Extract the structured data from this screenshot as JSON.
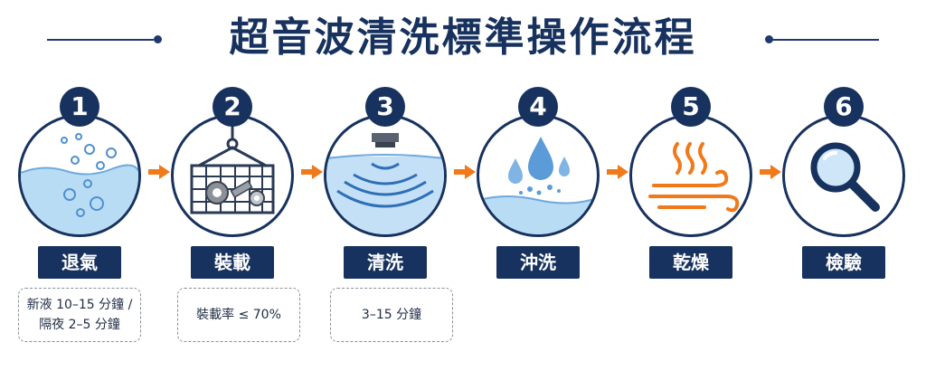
{
  "title": "超音波清洗標準操作流程",
  "steps": [
    {
      "number": "1",
      "label": "退氣",
      "icon": "bubbles-water-icon",
      "note": [
        "新液 10–15 分鐘 /",
        "隔夜 2–5 分鐘"
      ]
    },
    {
      "number": "2",
      "label": "裝載",
      "icon": "basket-parts-icon",
      "note": [
        "裝載率 ≤ 70%"
      ]
    },
    {
      "number": "3",
      "label": "清洗",
      "icon": "ultrasonic-waves-icon",
      "note": [
        "3–15 分鐘"
      ]
    },
    {
      "number": "4",
      "label": "沖洗",
      "icon": "water-drops-icon",
      "note": []
    },
    {
      "number": "5",
      "label": "乾燥",
      "icon": "heat-wind-icon",
      "note": []
    },
    {
      "number": "6",
      "label": "檢驗",
      "icon": "magnifier-icon",
      "note": []
    }
  ],
  "colors": {
    "navy": "#17325e",
    "arrow": "#f07a1a",
    "water": "#a8d2f0",
    "water_dark": "#5b9bd8"
  }
}
